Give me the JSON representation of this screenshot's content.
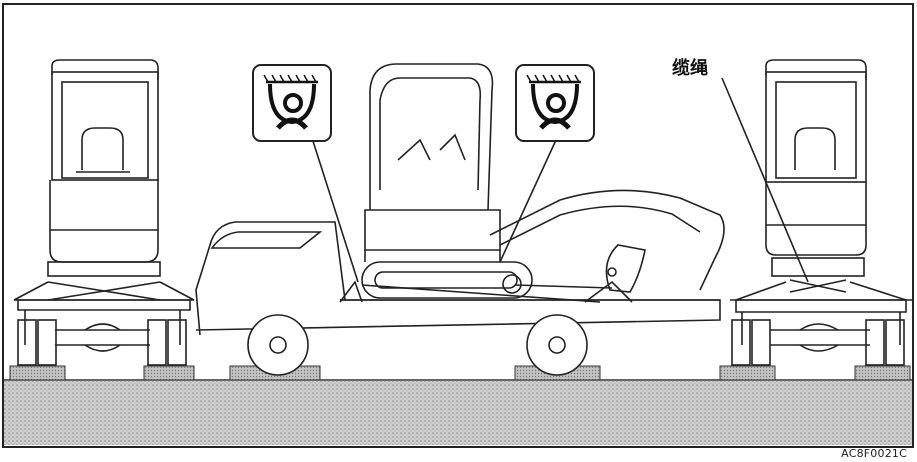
{
  "figure": {
    "rope_label": "缆绳",
    "figure_code": "AC8F0021C",
    "rope_symbol_icon": "tie-down-hook-symbol"
  }
}
